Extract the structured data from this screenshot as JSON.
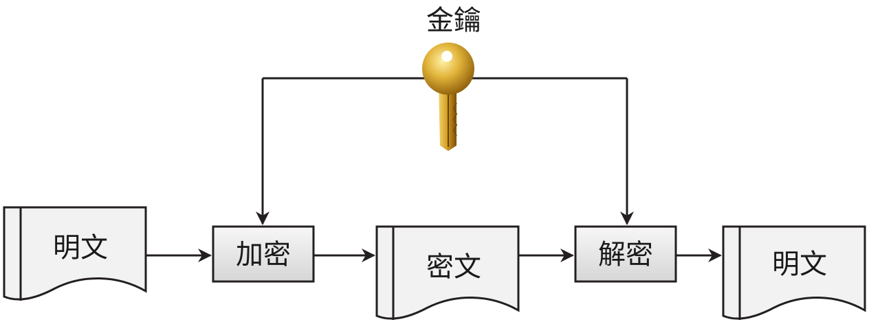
{
  "key": {
    "label": "金鑰",
    "icon": "golden-key-icon"
  },
  "nodes": {
    "plaintext_in": {
      "label": "明文",
      "shape": "document"
    },
    "encrypt": {
      "label": "加密",
      "shape": "box"
    },
    "ciphertext": {
      "label": "密文",
      "shape": "document"
    },
    "decrypt": {
      "label": "解密",
      "shape": "box"
    },
    "plaintext_out": {
      "label": "明文",
      "shape": "document"
    }
  },
  "colors": {
    "stroke": "#231f20",
    "document_fill": "#f2f2f2",
    "box_fill_top": "#f7f7f7",
    "box_fill_bottom": "#d9d9d9",
    "key_gold_light": "#f7d770",
    "key_gold_dark": "#9a6a0a"
  }
}
